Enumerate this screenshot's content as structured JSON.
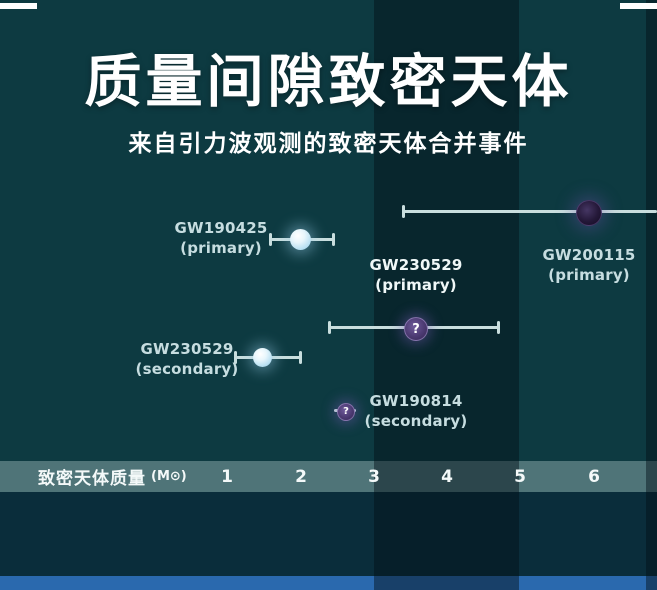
{
  "title": "质量间隙致密天体",
  "subtitle": "来自引力波观测的致密天体合并事件",
  "axis": {
    "label": "致密天体质量",
    "unit": "(M⊙)",
    "ticks": [
      "1",
      "2",
      "3",
      "4",
      "5",
      "6"
    ]
  },
  "events": [
    {
      "name": "GW190425",
      "role": "(primary)"
    },
    {
      "name": "GW200115",
      "role": "(primary)"
    },
    {
      "name": "GW230529",
      "role": "(primary)",
      "marker": "?"
    },
    {
      "name": "GW230529",
      "role": "(secondary)"
    },
    {
      "name": "GW190814",
      "role": "(secondary)",
      "marker": "?"
    }
  ],
  "colors": {
    "background": "#0d3a41",
    "bottom_background": "#0a2d3b",
    "bottom_strip_blue": "#2a69ae",
    "mass_gap_band": "rgba(2,15,23,0.45)",
    "axis_strip": "rgba(186,211,211,0.38)",
    "error_bar": "#c9dede",
    "neutron_star_point": "#b9e0f2",
    "black_hole_point": "#241838",
    "uncertain_point_purple": "#4c3a72",
    "text": "#ffffff"
  },
  "chart_data": {
    "type": "scatter",
    "title": "质量间隙致密天体",
    "subtitle": "来自引力波观测的致密天体合并事件",
    "xlabel": "致密天体质量 (M⊙)",
    "xlim": [
      0.5,
      6.9
    ],
    "x_ticks": [
      1,
      2,
      3,
      4,
      5,
      6
    ],
    "mass_gap_band": [
      3.0,
      5.0
    ],
    "grid": false,
    "legend": "none",
    "points": [
      {
        "event": "GW190425",
        "component": "primary",
        "mass": 2.0,
        "ci": [
          1.6,
          2.45
        ],
        "object_type": "neutron-star",
        "uncertain_nature": false
      },
      {
        "event": "GW200115",
        "component": "primary",
        "mass": 5.9,
        "ci": [
          3.4,
          6.9
        ],
        "object_type": "black-hole",
        "uncertain_nature": false,
        "ci_extends_offscale": true
      },
      {
        "event": "GW230529",
        "component": "primary",
        "mass": 3.6,
        "ci": [
          2.4,
          4.7
        ],
        "object_type": "unknown",
        "uncertain_nature": true
      },
      {
        "event": "GW230529",
        "component": "secondary",
        "mass": 1.5,
        "ci": [
          1.1,
          2.0
        ],
        "object_type": "neutron-star",
        "uncertain_nature": false
      },
      {
        "event": "GW190814",
        "component": "secondary",
        "mass": 2.6,
        "ci": [
          2.45,
          2.75
        ],
        "object_type": "unknown",
        "uncertain_nature": true
      }
    ]
  }
}
